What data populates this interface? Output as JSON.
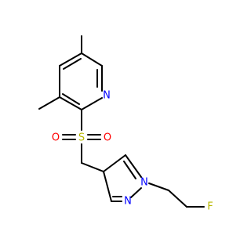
{
  "molecule": {
    "atoms": {
      "N_pyridine": {
        "symbol": "N",
        "color": "#0000FF"
      },
      "S_sulfonyl": {
        "symbol": "S",
        "color": "#B8B800"
      },
      "O_left": {
        "symbol": "O",
        "color": "#FF0000"
      },
      "O_right": {
        "symbol": "O",
        "color": "#FF0000"
      },
      "N1_pyrazole": {
        "symbol": "N",
        "color": "#0000FF"
      },
      "N2_pyrazole": {
        "symbol": "N",
        "color": "#0000FF"
      },
      "F": {
        "symbol": "F",
        "color": "#B8B800"
      }
    },
    "bond_color": "#000000",
    "background": "#ffffff"
  }
}
